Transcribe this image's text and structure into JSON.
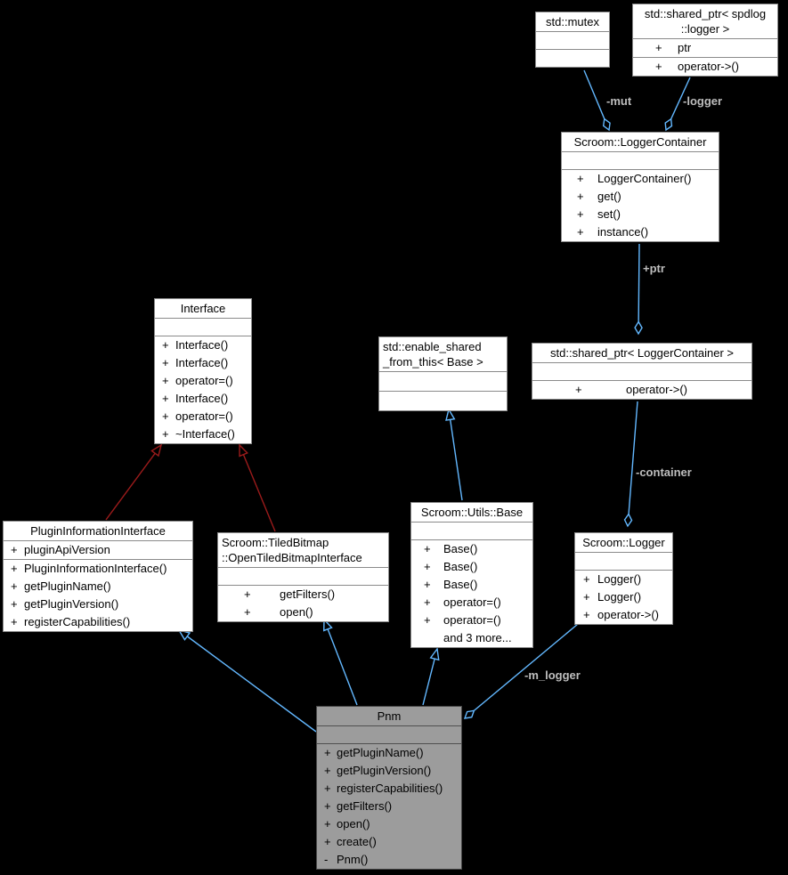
{
  "colors": {
    "background": "#000000",
    "edge_blue": "#63B8FF",
    "edge_red": "#9B1B1B",
    "edge_label_text": "#BEBEBE",
    "class_box_fill": "#FFFFFF",
    "class_box_border": "#8A8A8A",
    "class_text": "#000000",
    "highlight_box_fill": "#9C9C9C",
    "highlight_box_border": "#474747"
  },
  "classes": {
    "std_mutex": {
      "title": "std::mutex",
      "attrs": [],
      "methods": []
    },
    "sp_spdlog": {
      "title_lines": [
        "std::shared_ptr< spdlog",
        "::logger >"
      ],
      "attrs": [
        {
          "sign": "+",
          "label": "ptr"
        }
      ],
      "methods": [
        {
          "sign": "+",
          "label": "operator->()"
        }
      ]
    },
    "logger_container": {
      "title": "Scroom::LoggerContainer",
      "methods": [
        {
          "sign": "+",
          "label": "LoggerContainer()"
        },
        {
          "sign": "+",
          "label": "get()"
        },
        {
          "sign": "+",
          "label": "set()"
        },
        {
          "sign": "+",
          "label": "instance()"
        }
      ]
    },
    "interface": {
      "title": "Interface",
      "methods": [
        {
          "sign": "+",
          "label": "Interface()"
        },
        {
          "sign": "+",
          "label": "Interface()"
        },
        {
          "sign": "+",
          "label": "operator=()"
        },
        {
          "sign": "+",
          "label": "Interface()"
        },
        {
          "sign": "+",
          "label": "operator=()"
        },
        {
          "sign": "+",
          "label": "~Interface()"
        }
      ]
    },
    "enable_shared": {
      "title_lines": [
        "std::enable_shared",
        "_from_this< Base >"
      ]
    },
    "sp_logger_container": {
      "title": "std::shared_ptr< LoggerContainer >",
      "methods": [
        {
          "sign": "+",
          "label": "operator->()"
        }
      ]
    },
    "plugin_information_interface": {
      "title": "PluginInformationInterface",
      "attrs": [
        {
          "sign": "+",
          "label": "pluginApiVersion"
        }
      ],
      "methods": [
        {
          "sign": "+",
          "label": "PluginInformationInterface()"
        },
        {
          "sign": "+",
          "label": "getPluginName()"
        },
        {
          "sign": "+",
          "label": "getPluginVersion()"
        },
        {
          "sign": "+",
          "label": "registerCapabilities()"
        }
      ]
    },
    "open_tiled_bitmap_interface": {
      "title_lines": [
        "Scroom::TiledBitmap",
        "::OpenTiledBitmapInterface"
      ],
      "methods": [
        {
          "sign": "+",
          "label": "getFilters()"
        },
        {
          "sign": "+",
          "label": "open()"
        }
      ]
    },
    "utils_base": {
      "title": "Scroom::Utils::Base",
      "methods": [
        {
          "sign": "+",
          "label": "Base()"
        },
        {
          "sign": "+",
          "label": "Base()"
        },
        {
          "sign": "+",
          "label": "Base()"
        },
        {
          "sign": "+",
          "label": "operator=()"
        },
        {
          "sign": "+",
          "label": "operator=()"
        },
        {
          "sign": "",
          "label": "and 3 more..."
        }
      ]
    },
    "logger": {
      "title": "Scroom::Logger",
      "methods": [
        {
          "sign": "+",
          "label": "Logger()"
        },
        {
          "sign": "+",
          "label": "Logger()"
        },
        {
          "sign": "+",
          "label": "operator->()"
        }
      ]
    },
    "pnm": {
      "title": "Pnm",
      "methods": [
        {
          "sign": "+",
          "label": "getPluginName()"
        },
        {
          "sign": "+",
          "label": "getPluginVersion()"
        },
        {
          "sign": "+",
          "label": "registerCapabilities()"
        },
        {
          "sign": "+",
          "label": "getFilters()"
        },
        {
          "sign": "+",
          "label": "open()"
        },
        {
          "sign": "+",
          "label": "create()"
        },
        {
          "sign": "-",
          "label": "Pnm()"
        }
      ]
    }
  },
  "edge_labels": {
    "mut": "-mut",
    "logger": "-logger",
    "ptr": "+ptr",
    "container": "-container",
    "m_logger": "-m_logger"
  }
}
